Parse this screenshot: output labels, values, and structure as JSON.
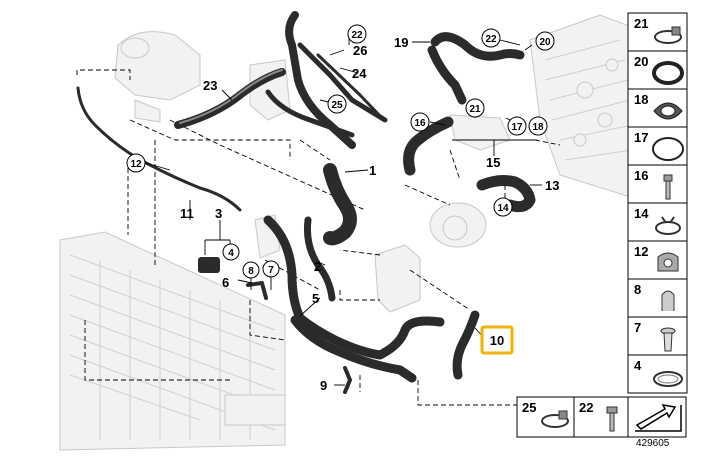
{
  "diagram_title": "",
  "callouts": {
    "c1": "1",
    "c2": "2",
    "c3": "3",
    "c4": "4",
    "c5": "5",
    "c6": "6",
    "c7": "7",
    "c8": "8",
    "c9": "9",
    "c10": "10",
    "c11": "11",
    "c12": "12",
    "c13": "13",
    "c14": "14",
    "c15": "15",
    "c16": "16",
    "c17": "17",
    "c18": "18",
    "c19": "19",
    "c20": "20",
    "c21": "21",
    "c22a": "22",
    "c22b": "22",
    "c23": "23",
    "c24": "24",
    "c25": "25",
    "c26": "26"
  },
  "highlighted_callout": "10",
  "highlight_color": "#f0b400",
  "parts_column": [
    {
      "label": "21",
      "icon": "hose-clamp-icon"
    },
    {
      "label": "20",
      "icon": "o-ring-icon"
    },
    {
      "label": "18",
      "icon": "gasket-icon"
    },
    {
      "label": "17",
      "icon": "seal-ring-icon"
    },
    {
      "label": "16",
      "icon": "bolt-icon"
    },
    {
      "label": "14",
      "icon": "spring-clamp-icon"
    },
    {
      "label": "12",
      "icon": "pipe-clip-icon"
    },
    {
      "label": "8",
      "icon": "clip-icon"
    },
    {
      "label": "7",
      "icon": "expanding-rivet-icon"
    },
    {
      "label": "4",
      "icon": "band-clamp-icon"
    }
  ],
  "parts_bottom": [
    {
      "label": "25",
      "icon": "hose-clamp-icon"
    },
    {
      "label": "22",
      "icon": "screw-icon"
    },
    {
      "label": "",
      "icon": "direction-arrow-icon"
    }
  ],
  "catalog_number": "429605"
}
